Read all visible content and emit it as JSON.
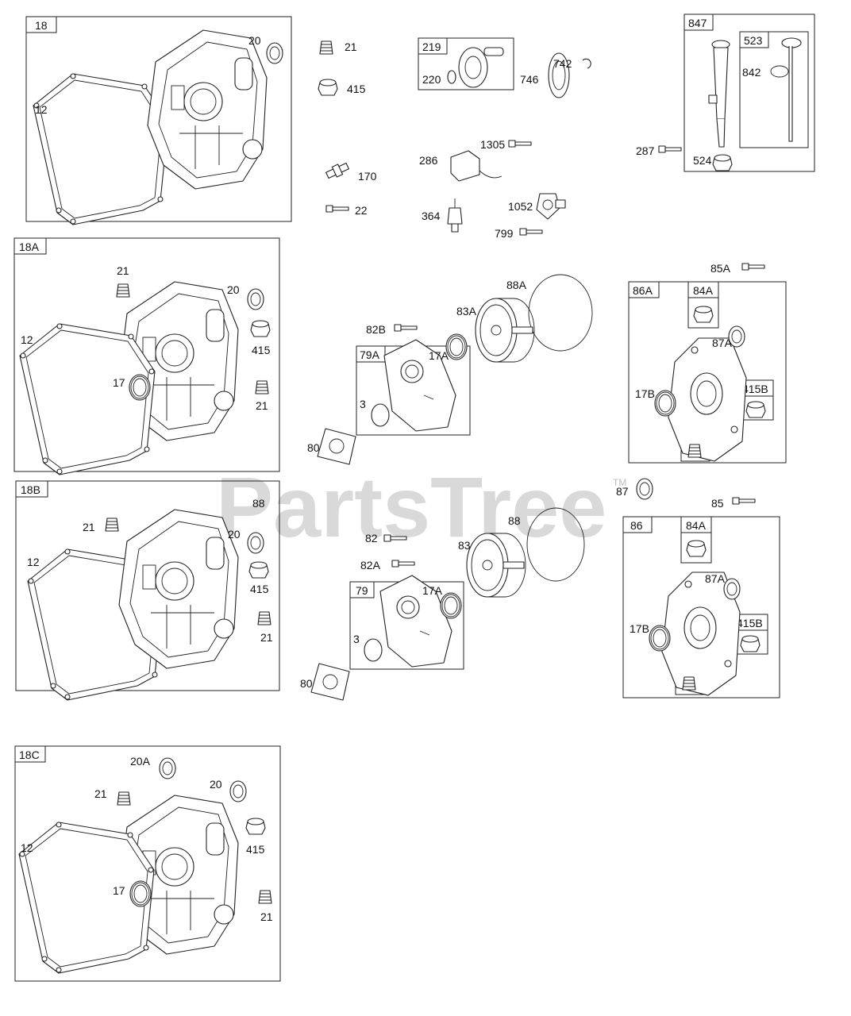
{
  "watermark": {
    "text": "PartsTree",
    "tm": "TM"
  },
  "groups": [
    {
      "id": "18"
    },
    {
      "id": "18A"
    },
    {
      "id": "18B"
    },
    {
      "id": "18C"
    },
    {
      "id": "219"
    },
    {
      "id": "847"
    },
    {
      "id": "523"
    },
    {
      "id": "79A"
    },
    {
      "id": "79"
    },
    {
      "id": "86A"
    },
    {
      "id": "86"
    },
    {
      "id": "84A"
    },
    {
      "id": "84A"
    },
    {
      "id": "415B"
    },
    {
      "id": "415B"
    },
    {
      "id": "15B"
    },
    {
      "id": "15B"
    }
  ],
  "callouts": [
    "20",
    "12",
    "21",
    "415",
    "170",
    "22",
    "220",
    "746",
    "742",
    "1305",
    "286",
    "364",
    "1052",
    "799",
    "287",
    "842",
    "524",
    "21",
    "20",
    "12",
    "415",
    "17",
    "21",
    "88A",
    "83A",
    "82B",
    "17A",
    "3",
    "80",
    "85A",
    "87A",
    "17B",
    "88",
    "21",
    "12",
    "20",
    "415",
    "21",
    "88",
    "83",
    "82",
    "82A",
    "17A",
    "3",
    "80",
    "87",
    "85",
    "87A",
    "17B",
    "20A",
    "20",
    "21",
    "12",
    "415",
    "17",
    "21"
  ]
}
